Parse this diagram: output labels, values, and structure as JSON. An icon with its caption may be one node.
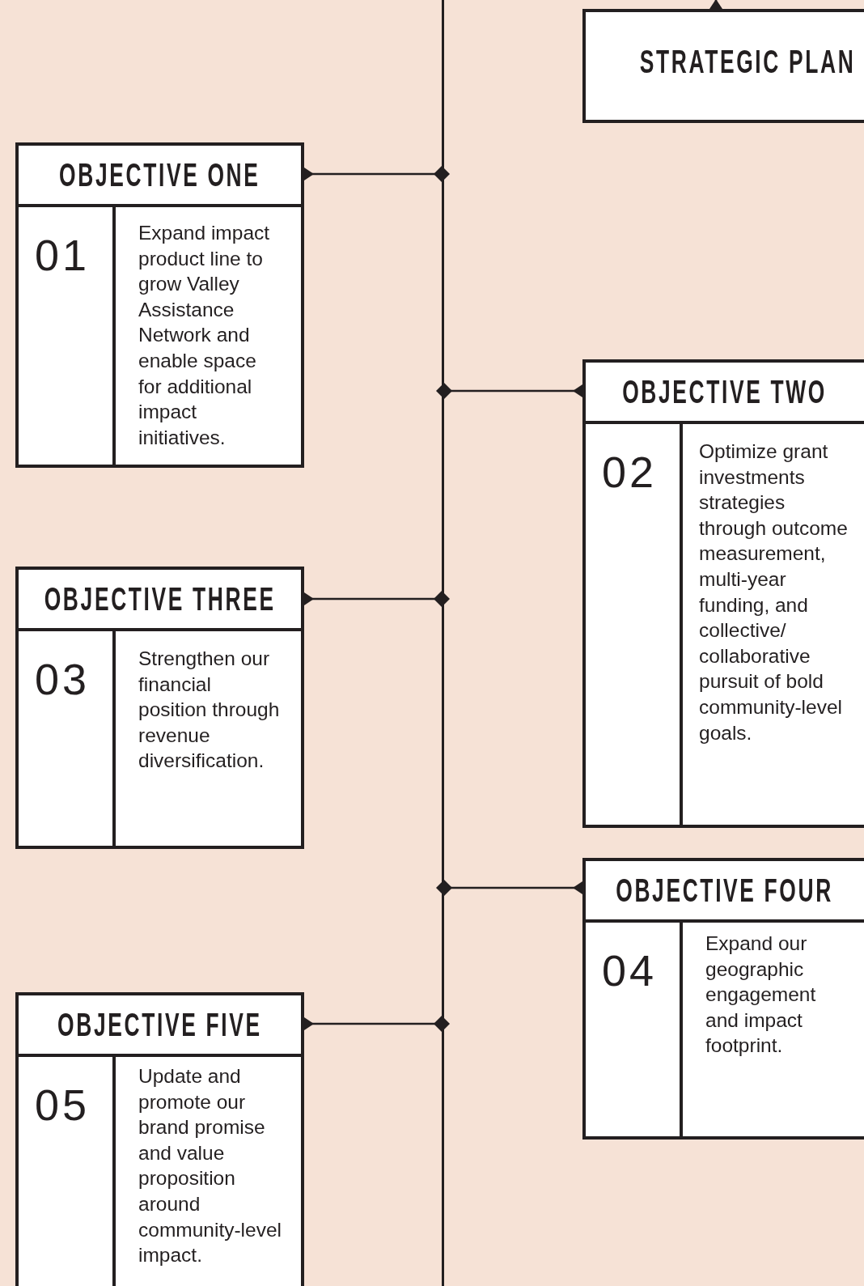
{
  "diagram": {
    "nodes": [
      {
        "text": [
          "STRATEGIC PLAN"
        ]
      },
      {
        "text": [
          "OBJECTIVE ONE",
          "01",
          "Expand impact product line to grow Valley Assistance Network and enable space for additional impact initiatives."
        ]
      },
      {
        "text": [
          "OBJECTIVE TWO",
          "02",
          "Optimize grant investments strategies through outcome measurement, multi-year funding, and collective/ collaborative pursuit of bold community-level goals."
        ]
      },
      {
        "text": [
          "OBJECTIVE THREE",
          "03",
          "Strengthen our financial position through revenue diversification."
        ]
      },
      {
        "text": [
          "OBJECTIVE FOUR",
          "04",
          "Expand our geographic engagement and impact footprint."
        ]
      },
      {
        "text": [
          "OBJECTIVE FIVE",
          "05",
          "Update and promote our brand promise and value proposition around community-level impact."
        ]
      },
      {
        "text": [],
        "shape": "bar"
      }
    ],
    "edges": [
      {
        "from": null,
        "to": 0,
        "arrow": "other"
      },
      {
        "from": 6,
        "to": 1,
        "arrow": "other"
      },
      {
        "from": 6,
        "to": 2,
        "arrow": "other"
      },
      {
        "from": 6,
        "to": 3,
        "arrow": "other"
      },
      {
        "from": 6,
        "to": 4,
        "arrow": "other"
      },
      {
        "from": 6,
        "to": 5,
        "arrow": "other"
      }
    ]
  }
}
